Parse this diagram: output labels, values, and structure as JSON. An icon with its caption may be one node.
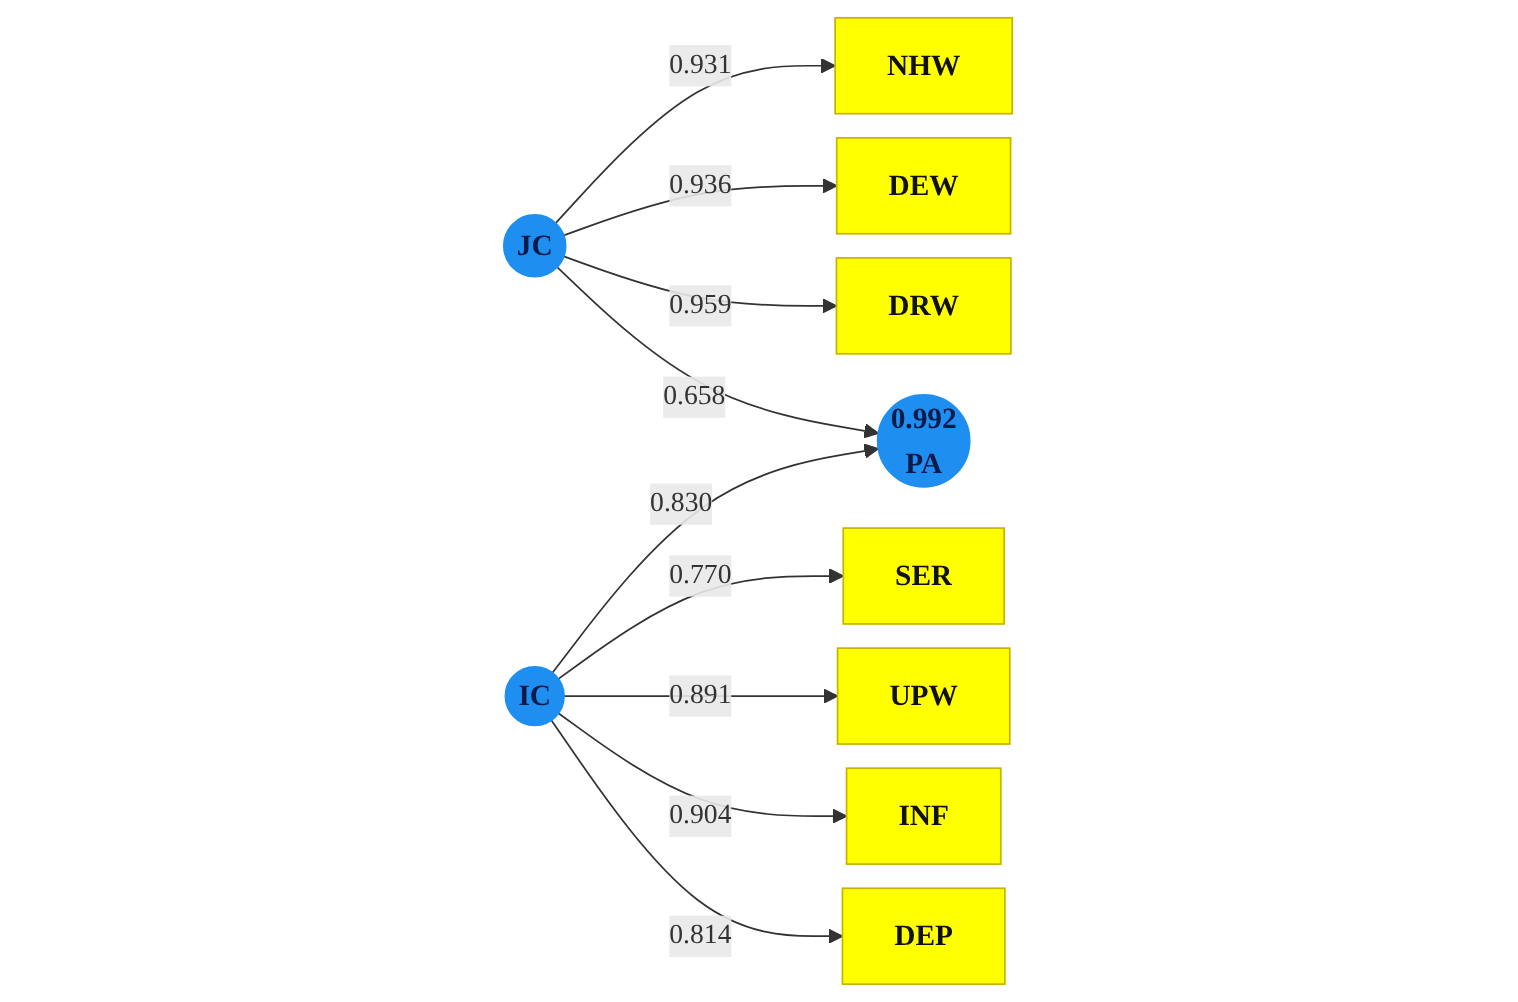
{
  "diagram": {
    "nodes": [
      {
        "text": [
          "NHW"
        ]
      },
      {
        "text": [
          "DEW"
        ]
      },
      {
        "text": [
          "DRW"
        ]
      },
      {
        "text": [
          "JC"
        ]
      },
      {
        "text": [
          "SER"
        ]
      },
      {
        "text": [
          "UPW"
        ]
      },
      {
        "text": [
          "INF"
        ]
      },
      {
        "text": [
          "DEP"
        ]
      },
      {
        "text": [
          "IC"
        ]
      },
      {
        "text": [
          "0.992",
          "PA"
        ]
      }
    ],
    "edges": [
      {
        "from": 3,
        "to": 0,
        "arrow": "to",
        "label": "0.931"
      },
      {
        "from": 3,
        "to": 1,
        "arrow": "to",
        "label": "0.936"
      },
      {
        "from": 3,
        "to": 2,
        "arrow": "to",
        "label": "0.959"
      },
      {
        "from": 3,
        "to": 9,
        "arrow": "to",
        "label": "0.658"
      },
      {
        "from": 8,
        "to": 4,
        "arrow": "to",
        "label": "0.770"
      },
      {
        "from": 8,
        "to": 5,
        "arrow": "to",
        "label": "0.891"
      },
      {
        "from": 8,
        "to": 6,
        "arrow": "to",
        "label": "0.904"
      },
      {
        "from": 8,
        "to": 7,
        "arrow": "to",
        "label": "0.814"
      },
      {
        "from": 8,
        "to": 9,
        "arrow": "to",
        "label": "0.830"
      }
    ]
  }
}
